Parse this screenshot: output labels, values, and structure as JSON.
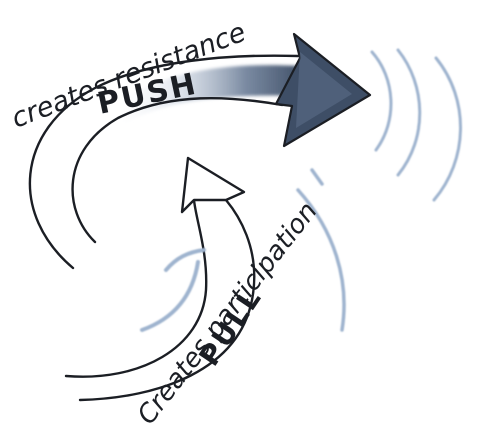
{
  "push": {
    "label": "PUSH",
    "caption": "creates resistance"
  },
  "pull": {
    "label": "PULL",
    "caption": "Creates participation"
  },
  "colors": {
    "ink": "#1b1e24",
    "arrow_dark": "#3e4e66",
    "motion_blue": "#9fb4cf",
    "background": "#ffffff"
  }
}
